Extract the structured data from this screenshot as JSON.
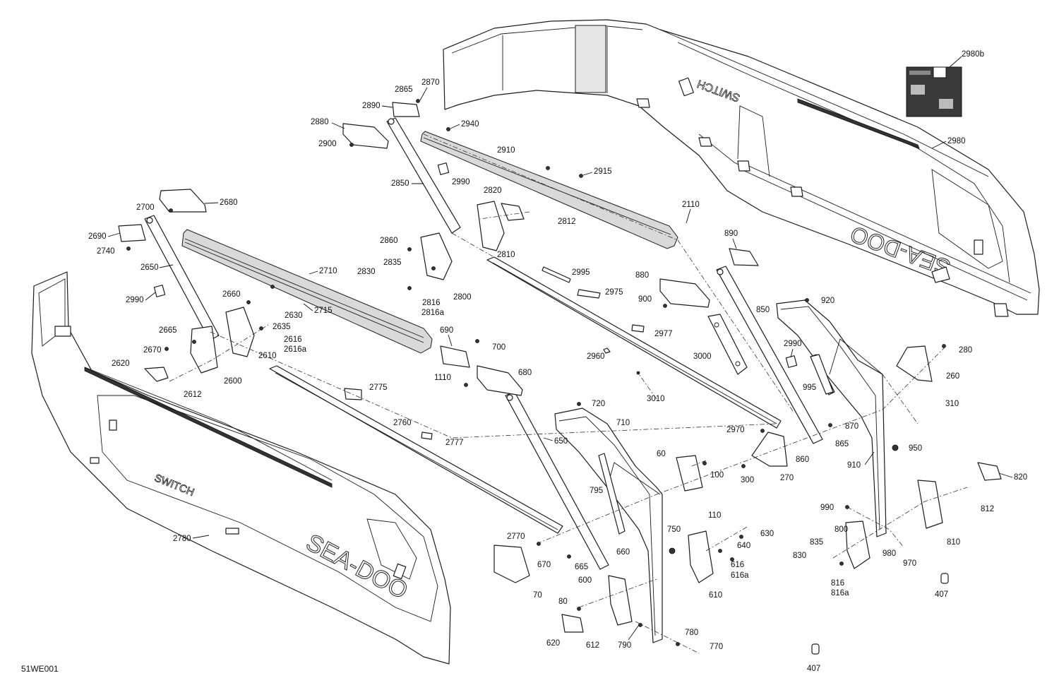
{
  "figure_id": "51WE001",
  "panel_logo_left": "SWITCH",
  "panel_logo_right": "SEA-DOO",
  "decal_2980b_present": true,
  "callouts": [
    {
      "label": "2980b"
    },
    {
      "label": "2870"
    },
    {
      "label": "2865"
    },
    {
      "label": "2890"
    },
    {
      "label": "2880"
    },
    {
      "label": "2900"
    },
    {
      "label": "2940"
    },
    {
      "label": "2910"
    },
    {
      "label": "2915"
    },
    {
      "label": "2980"
    },
    {
      "label": "2990"
    },
    {
      "label": "2850"
    },
    {
      "label": "2820"
    },
    {
      "label": "2812"
    },
    {
      "label": "2110"
    },
    {
      "label": "2680"
    },
    {
      "label": "2700"
    },
    {
      "label": "2690"
    },
    {
      "label": "2740"
    },
    {
      "label": "2860"
    },
    {
      "label": "2810"
    },
    {
      "label": "890"
    },
    {
      "label": "2835"
    },
    {
      "label": "2830"
    },
    {
      "label": "2650"
    },
    {
      "label": "2710"
    },
    {
      "label": "2995"
    },
    {
      "label": "880"
    },
    {
      "label": "2800"
    },
    {
      "label": "2816"
    },
    {
      "label": "2816a"
    },
    {
      "label": "2975"
    },
    {
      "label": "900"
    },
    {
      "label": "920"
    },
    {
      "label": "2990"
    },
    {
      "label": "2715"
    },
    {
      "label": "2660"
    },
    {
      "label": "2630"
    },
    {
      "label": "2635"
    },
    {
      "label": "850"
    },
    {
      "label": "2665"
    },
    {
      "label": "2616"
    },
    {
      "label": "2616a"
    },
    {
      "label": "690"
    },
    {
      "label": "2977"
    },
    {
      "label": "2670"
    },
    {
      "label": "2610"
    },
    {
      "label": "700"
    },
    {
      "label": "2990"
    },
    {
      "label": "280"
    },
    {
      "label": "2960"
    },
    {
      "label": "3000"
    },
    {
      "label": "2620"
    },
    {
      "label": "2600"
    },
    {
      "label": "680"
    },
    {
      "label": "260"
    },
    {
      "label": "1110"
    },
    {
      "label": "995"
    },
    {
      "label": "2612"
    },
    {
      "label": "2775"
    },
    {
      "label": "3010"
    },
    {
      "label": "310"
    },
    {
      "label": "720"
    },
    {
      "label": "710"
    },
    {
      "label": "2760"
    },
    {
      "label": "870"
    },
    {
      "label": "2970"
    },
    {
      "label": "2777"
    },
    {
      "label": "650"
    },
    {
      "label": "865"
    },
    {
      "label": "950"
    },
    {
      "label": "860"
    },
    {
      "label": "910"
    },
    {
      "label": "60"
    },
    {
      "label": "100"
    },
    {
      "label": "300"
    },
    {
      "label": "270"
    },
    {
      "label": "820"
    },
    {
      "label": "795"
    },
    {
      "label": "110"
    },
    {
      "label": "812"
    },
    {
      "label": "990"
    },
    {
      "label": "630"
    },
    {
      "label": "750"
    },
    {
      "label": "800"
    },
    {
      "label": "810"
    },
    {
      "label": "2780"
    },
    {
      "label": "2770"
    },
    {
      "label": "640"
    },
    {
      "label": "835"
    },
    {
      "label": "660"
    },
    {
      "label": "980"
    },
    {
      "label": "670"
    },
    {
      "label": "665"
    },
    {
      "label": "830"
    },
    {
      "label": "970"
    },
    {
      "label": "616"
    },
    {
      "label": "616a"
    },
    {
      "label": "600"
    },
    {
      "label": "816"
    },
    {
      "label": "816a"
    },
    {
      "label": "407"
    },
    {
      "label": "70"
    },
    {
      "label": "610"
    },
    {
      "label": "80"
    },
    {
      "label": "780"
    },
    {
      "label": "620"
    },
    {
      "label": "612"
    },
    {
      "label": "790"
    },
    {
      "label": "770"
    },
    {
      "label": "407"
    }
  ]
}
